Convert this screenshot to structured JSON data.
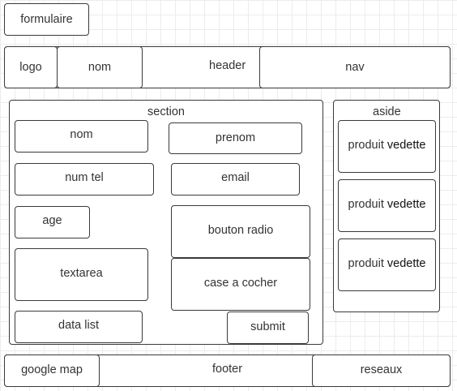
{
  "title_box": "formulaire",
  "header": {
    "label": "header",
    "logo": "logo",
    "nom": "nom",
    "nav": "nav"
  },
  "section": {
    "label": "section",
    "fields": {
      "nom": "nom",
      "prenom": "prenom",
      "num_tel": "num tel",
      "email": "email",
      "age": "age",
      "bouton_radio": "bouton radio",
      "textarea": "textarea",
      "case_a_cocher": "case a cocher",
      "data_list": "data list",
      "submit": "submit"
    }
  },
  "aside": {
    "label": "aside",
    "items": [
      {
        "part1": "produit",
        "part2": "vedette"
      },
      {
        "part1": "produit",
        "part2": "vedette"
      },
      {
        "part1": "produit",
        "part2": "vedette"
      }
    ]
  },
  "footer": {
    "label": "footer",
    "google_map": "google map",
    "reseaux": "reseaux"
  }
}
